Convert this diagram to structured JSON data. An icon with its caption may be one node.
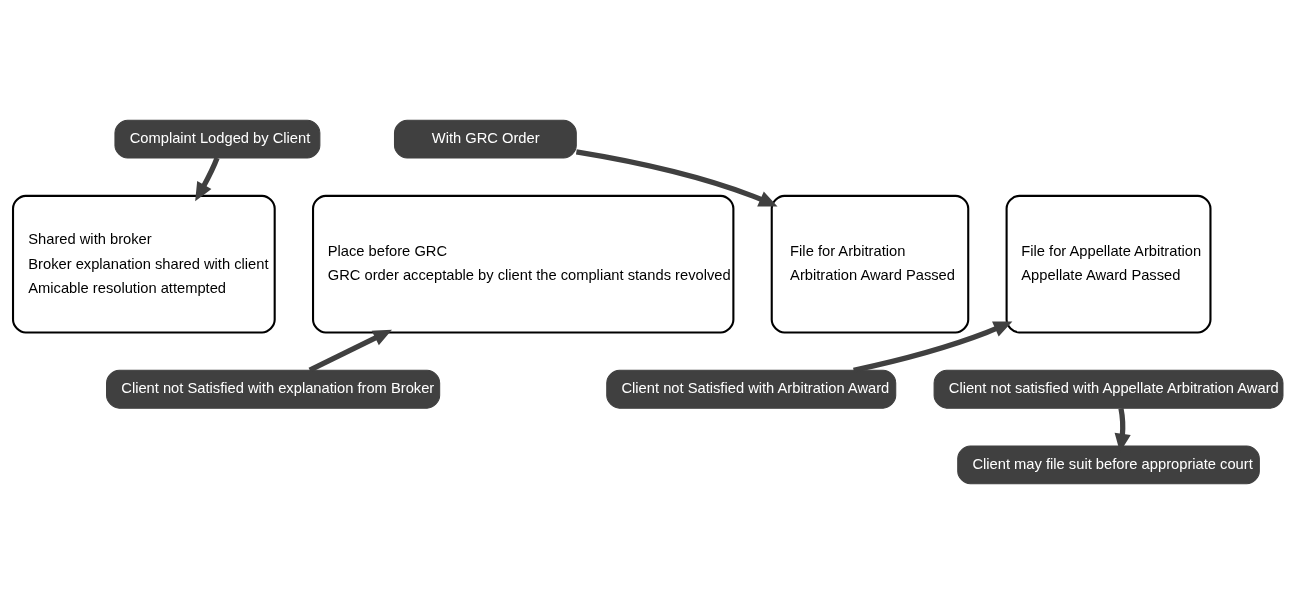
{
  "diagram": {
    "nodes": [
      {
        "text": [
          "Complaint Lodged by Client"
        ]
      },
      {
        "text": [
          "Shared with broker",
          "Broker explanation shared with client",
          "Amicable resolution attempted"
        ]
      },
      {
        "text": [
          "Client not Satisfied with explanation from Broker"
        ]
      },
      {
        "text": [
          "With GRC Order"
        ]
      },
      {
        "text": [
          "Place before GRC",
          "GRC order acceptable by client the compliant stands revolved"
        ]
      },
      {
        "text": [
          "File for Arbitration",
          "Arbitration Award Passed"
        ]
      },
      {
        "text": [
          "Client not Satisfied with Arbitration Award"
        ]
      },
      {
        "text": [
          "File for Appellate Arbitration",
          "Appellate Award Passed"
        ]
      },
      {
        "text": [
          "Client not satisfied with Appellate Arbitration Award"
        ]
      },
      {
        "text": [
          "Client may file suit before appropriate court"
        ]
      }
    ],
    "edges": [
      {
        "from": 0,
        "to": 1,
        "arrow": "to"
      },
      {
        "from": 2,
        "to": 4,
        "arrow": "to"
      },
      {
        "from": 3,
        "to": 5,
        "arrow": "to"
      },
      {
        "from": 6,
        "to": 7,
        "arrow": "to"
      },
      {
        "from": 8,
        "to": 9,
        "arrow": "to"
      }
    ]
  }
}
